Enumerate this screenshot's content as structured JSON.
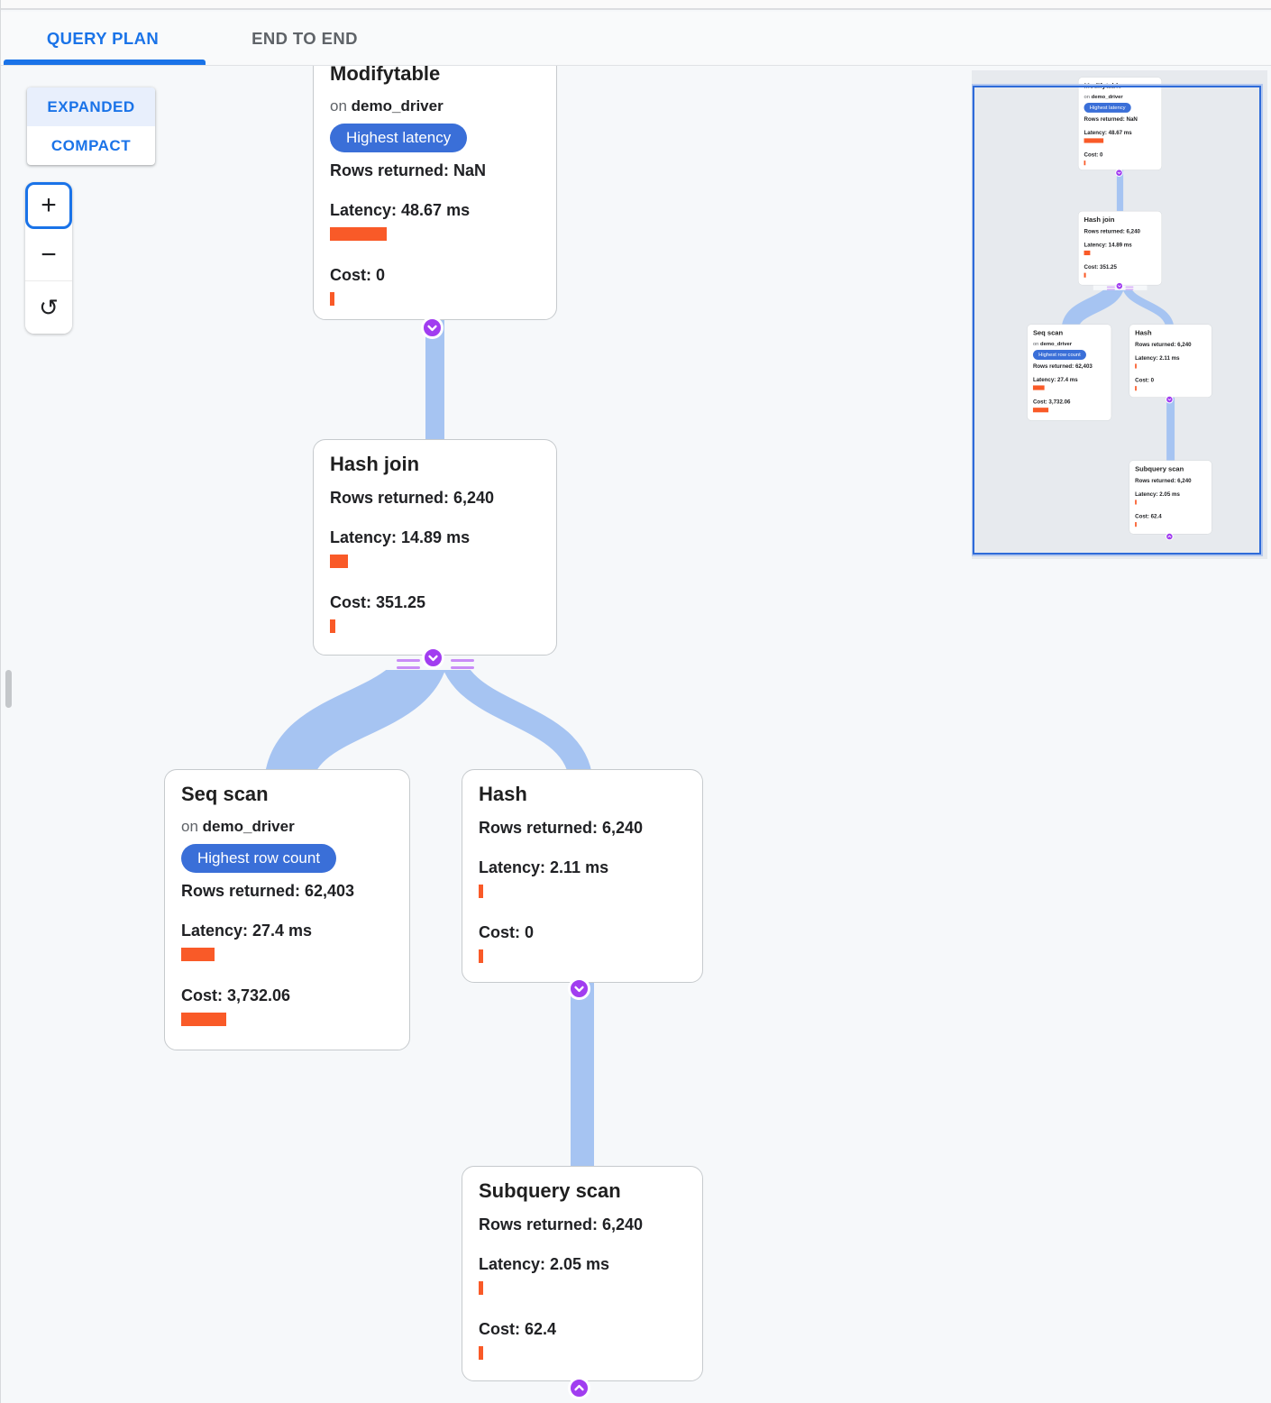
{
  "tabs": {
    "query_plan": "QUERY PLAN",
    "end_to_end": "END TO END"
  },
  "view_toggle": {
    "expanded": "EXPANDED",
    "compact": "COMPACT"
  },
  "zoom_controls": {
    "zoom_in": "+",
    "zoom_out": "−",
    "reset": "↺"
  },
  "colors": {
    "accent_blue": "#1a73e8",
    "badge_blue": "#3a6fd8",
    "metric_bar_orange": "#f95a28",
    "connector_blue": "#a6c4f2",
    "expander_purple": "#a13df0",
    "minimap_viewport_blue": "#2e6bd9"
  },
  "nodes": {
    "modifytable": {
      "title": "Modifytable",
      "on_prefix": "on",
      "table": "demo_driver",
      "badge": "Highest latency",
      "rows": "Rows returned: NaN",
      "latency": "Latency: 48.67 ms",
      "latency_bar": 63,
      "cost": "Cost: 0",
      "cost_bar": 5
    },
    "hash_join": {
      "title": "Hash join",
      "rows": "Rows returned: 6,240",
      "latency": "Latency: 14.89 ms",
      "latency_bar": 20,
      "cost": "Cost: 351.25",
      "cost_bar": 6
    },
    "seq_scan": {
      "title": "Seq scan",
      "on_prefix": "on",
      "table": "demo_driver",
      "badge": "Highest row count",
      "rows": "Rows returned: 62,403",
      "latency": "Latency: 27.4 ms",
      "latency_bar": 37,
      "cost": "Cost: 3,732.06",
      "cost_bar": 50
    },
    "hash": {
      "title": "Hash",
      "rows": "Rows returned: 6,240",
      "latency": "Latency: 2.11 ms",
      "latency_bar": 5,
      "cost": "Cost: 0",
      "cost_bar": 5
    },
    "subquery_scan": {
      "title": "Subquery scan",
      "rows": "Rows returned: 6,240",
      "latency": "Latency: 2.05 ms",
      "latency_bar": 5,
      "cost": "Cost: 62.4",
      "cost_bar": 5
    }
  }
}
